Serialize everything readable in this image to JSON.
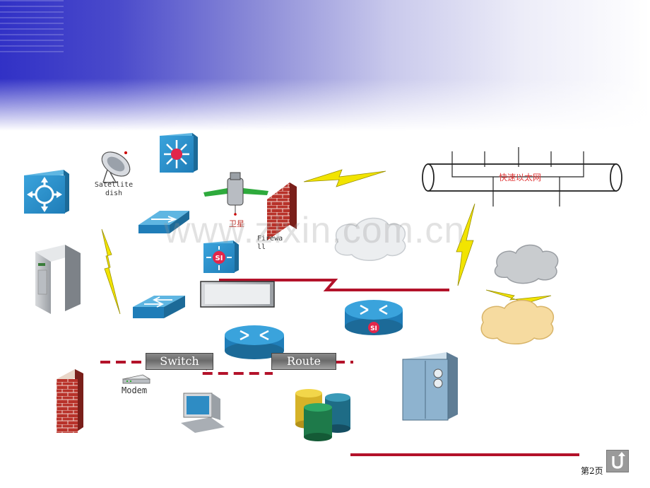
{
  "labels": {
    "satellite_dish": "Satellite dish",
    "satellite": "卫星",
    "firewall": "Firewall",
    "fast_ethernet": "快速以太网",
    "watermark": "www.zixin.com.cn",
    "switch_box": "Switch",
    "route_box": "Route",
    "modem": "Modem",
    "page_number": "第2页"
  },
  "icons": [
    "layer3-switch-icon",
    "satellite-dish-icon",
    "multilayer-switch-icon",
    "satellite-icon",
    "firewall-icon",
    "ethernet-bus-icon",
    "server-tower-icon",
    "atm-switch-icon",
    "si-switch-icon",
    "workgroup-switch-icon",
    "router-icon",
    "si-router-icon",
    "cloud-icon",
    "mainframe-icon",
    "database-icon",
    "workstation-icon",
    "modem-icon",
    "return-icon"
  ],
  "colors": {
    "header_blue": "#3131c6",
    "device_blue": "#2a8fc9",
    "link_red": "#b3122a",
    "lightning": "#f2e400",
    "brick": "#b8322a",
    "label_red": "#e23a3a"
  }
}
